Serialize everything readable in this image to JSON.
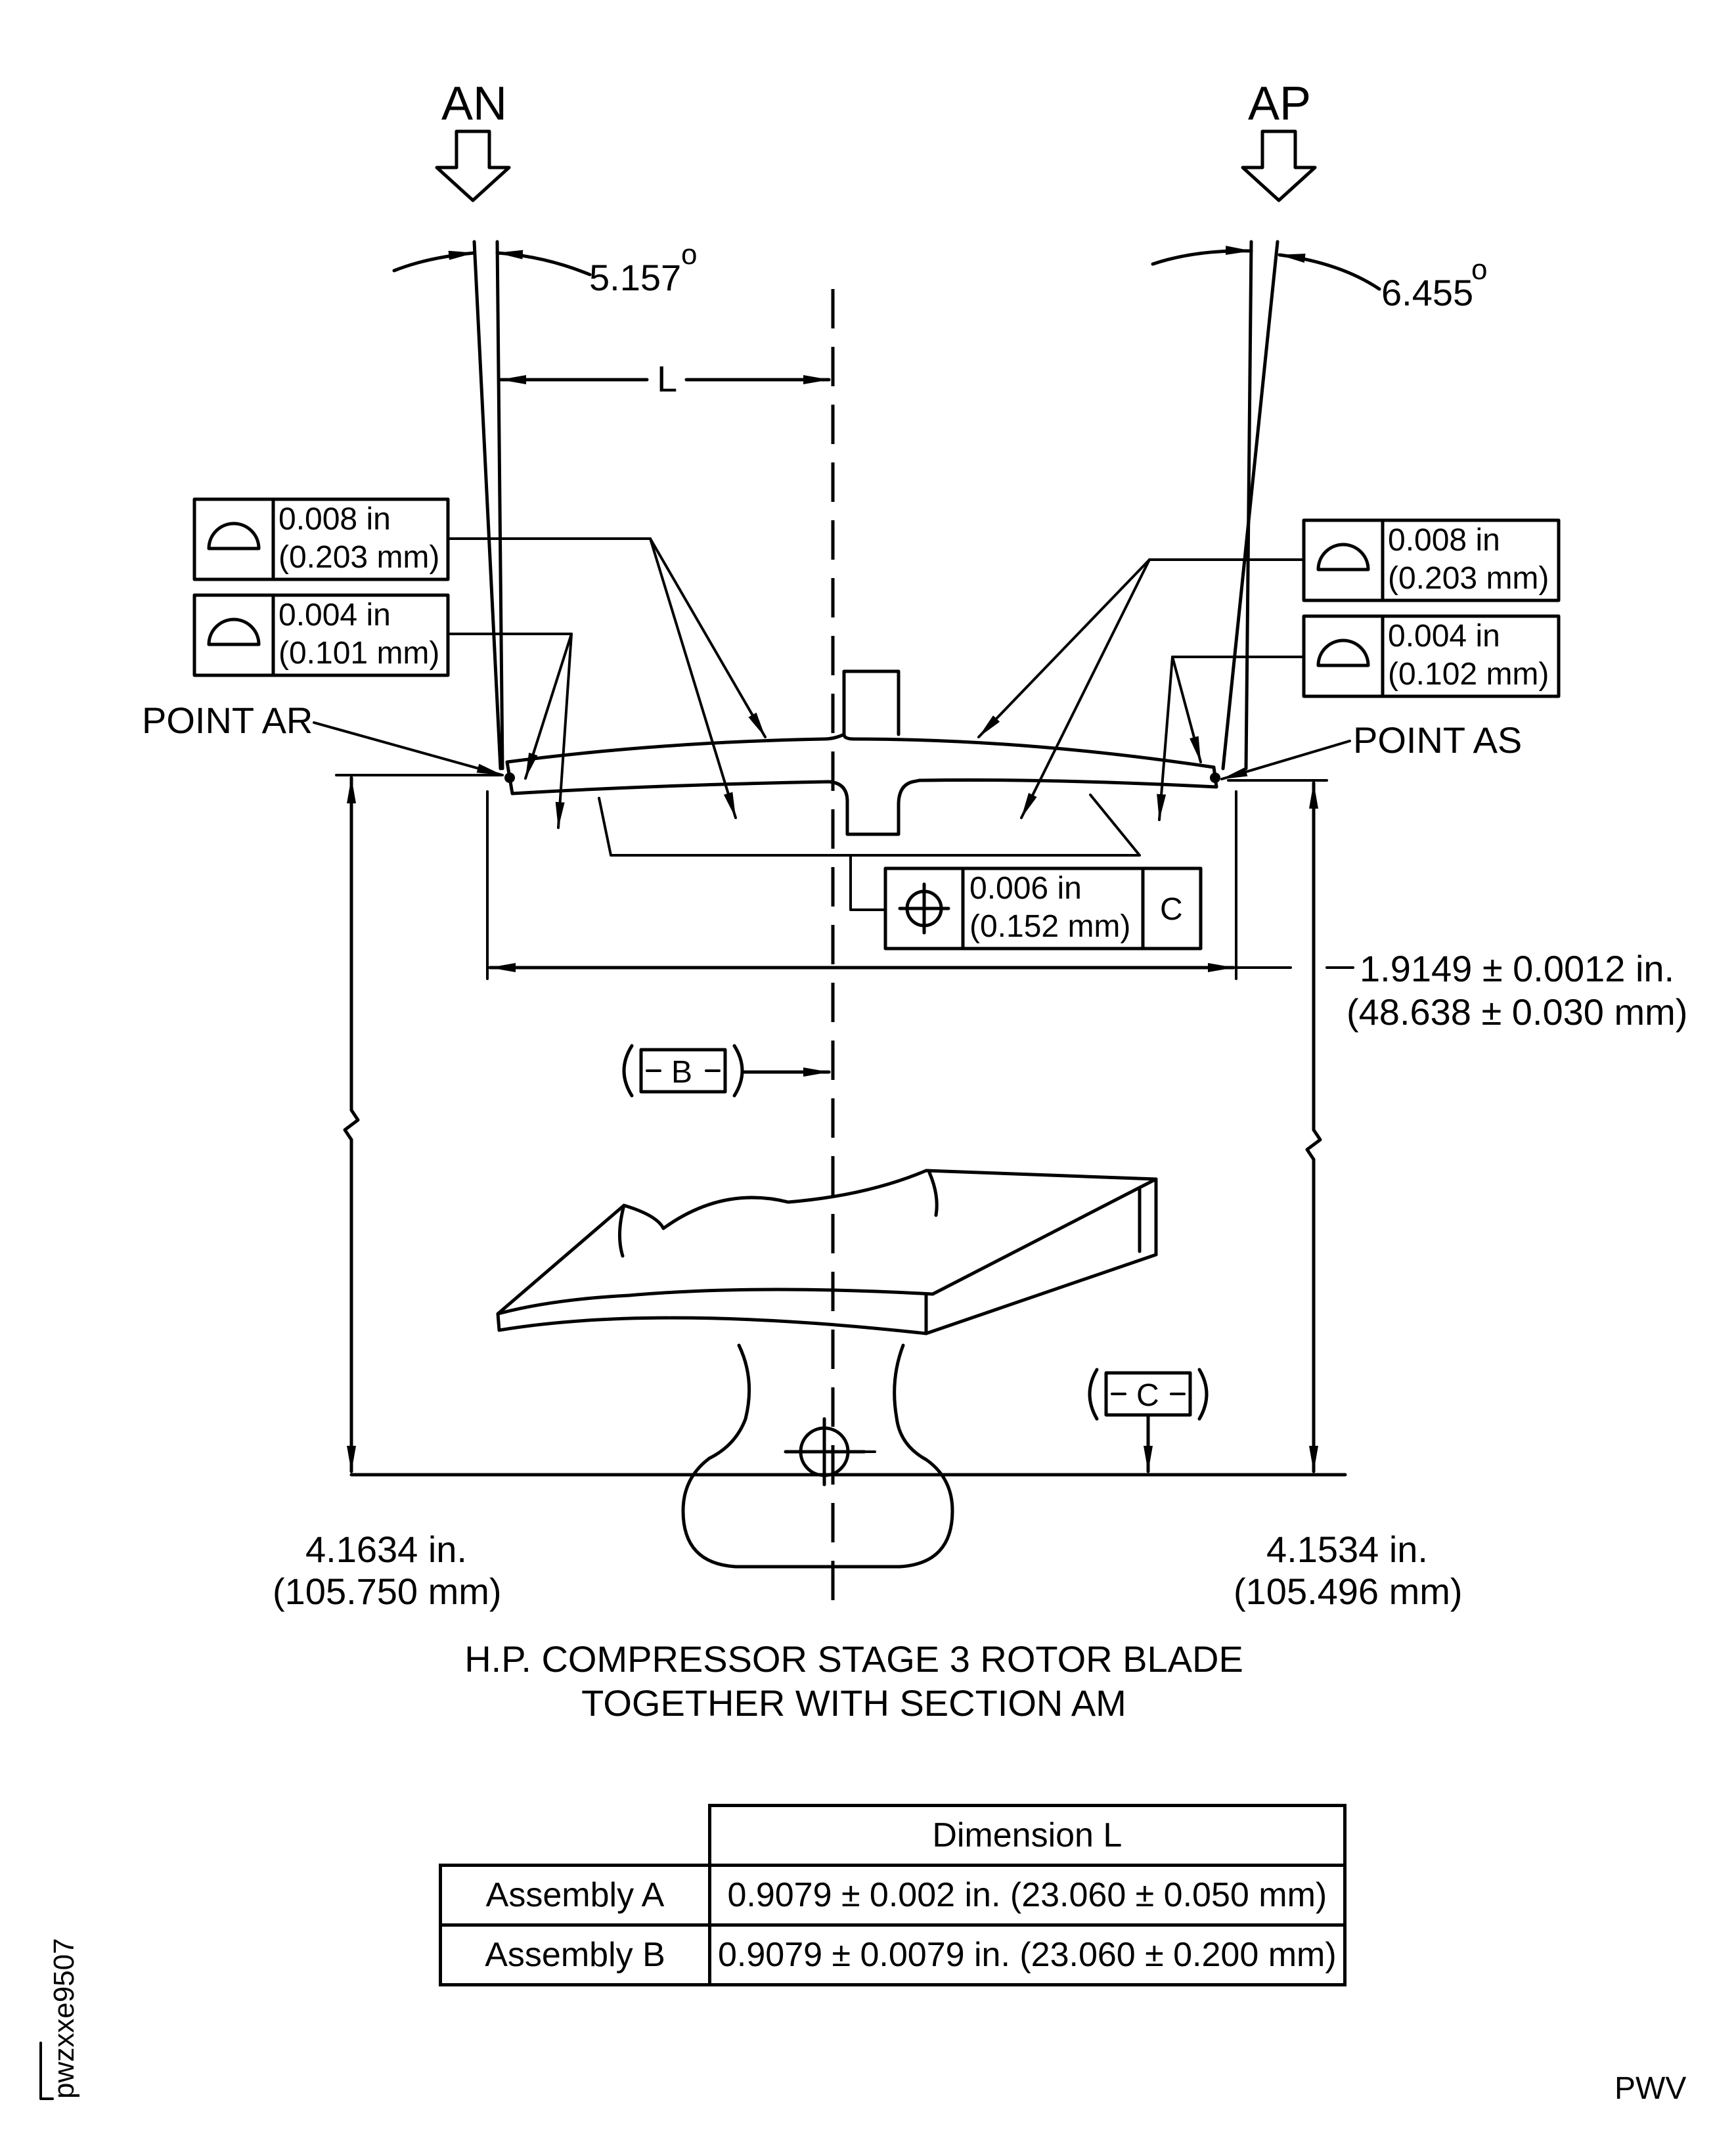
{
  "views": {
    "left_view": "AN",
    "right_view": "AP"
  },
  "angles": {
    "left": "5.157",
    "right": "6.455",
    "degree_symbol": "o"
  },
  "dimension_letter": "L",
  "tolerance_frames": [
    {
      "icon": "profile-of-surface-icon",
      "line1": "0.008 in",
      "line2": "(0.203 mm)"
    },
    {
      "icon": "profile-of-surface-icon",
      "line1": "0.004 in",
      "line2": "(0.101 mm)"
    },
    {
      "icon": "profile-of-surface-icon",
      "line1": "0.008 in",
      "line2": "(0.203 mm)"
    },
    {
      "icon": "profile-of-surface-icon",
      "line1": "0.004 in",
      "line2": "(0.102 mm)"
    }
  ],
  "position_frame": {
    "icon": "position-icon",
    "line1": "0.006 in",
    "line2": "(0.152 mm)",
    "datum": "C"
  },
  "points": {
    "left": "POINT AR",
    "right": "POINT AS"
  },
  "width_dim": {
    "line1": "1.9149 ± 0.0012 in.",
    "line2": "(48.638 ± 0.030 mm)"
  },
  "datums": {
    "b": "B",
    "c": "C"
  },
  "height_left": {
    "line1": "4.1634 in.",
    "line2": "(105.750 mm)"
  },
  "height_right": {
    "line1": "4.1534 in.",
    "line2": "(105.496 mm)"
  },
  "caption": {
    "line1": "H.P. COMPRESSOR STAGE 3 ROTOR BLADE",
    "line2": "TOGETHER WITH SECTION AM"
  },
  "table": {
    "header": "Dimension L",
    "rows": [
      {
        "label": "Assembly A",
        "value": "0.9079 ± 0.002 in. (23.060 ± 0.050 mm)"
      },
      {
        "label": "Assembly B",
        "value": "0.9079 ± 0.0079 in. (23.060 ± 0.200 mm)"
      }
    ]
  },
  "figure_id": "pwzxxe9507",
  "footer_code": "PWV"
}
